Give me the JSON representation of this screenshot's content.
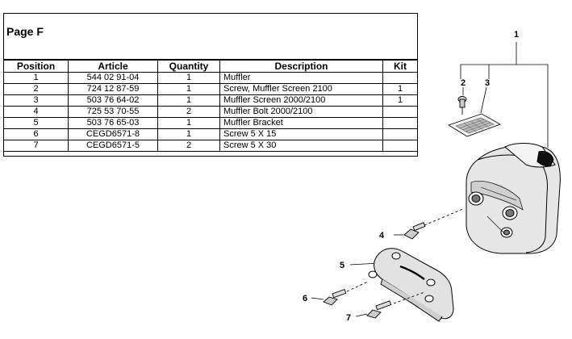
{
  "page": {
    "title": "Page F"
  },
  "table": {
    "headers": {
      "position": "Position",
      "article": "Article",
      "quantity": "Quantity",
      "description": "Description",
      "kit": "Kit"
    },
    "rows": [
      {
        "position": "1",
        "article": "544 02 91-04",
        "quantity": "1",
        "description": "Muffler",
        "kit": ""
      },
      {
        "position": "2",
        "article": "724 12 87-59",
        "quantity": "1",
        "description": "Screw, Muffler Screen 2100",
        "kit": "1"
      },
      {
        "position": "3",
        "article": "503 76 64-02",
        "quantity": "1",
        "description": "Muffler Screen 2000/2100",
        "kit": "1"
      },
      {
        "position": "4",
        "article": "725 53 70-55",
        "quantity": "2",
        "description": "Muffler Bolt 2000/2100",
        "kit": ""
      },
      {
        "position": "5",
        "article": "503 76 65-03",
        "quantity": "1",
        "description": "Muffler Bracket",
        "kit": ""
      },
      {
        "position": "6",
        "article": "CEGD6571-8",
        "quantity": "1",
        "description": "Screw 5 X 15",
        "kit": ""
      },
      {
        "position": "7",
        "article": "CEGD6571-5",
        "quantity": "2",
        "description": "Screw 5 X 30",
        "kit": ""
      }
    ]
  },
  "diagram": {
    "callouts": {
      "c1": "1",
      "c2": "2",
      "c3": "3",
      "c4": "4",
      "c5": "5",
      "c6": "6",
      "c7": "7"
    }
  }
}
